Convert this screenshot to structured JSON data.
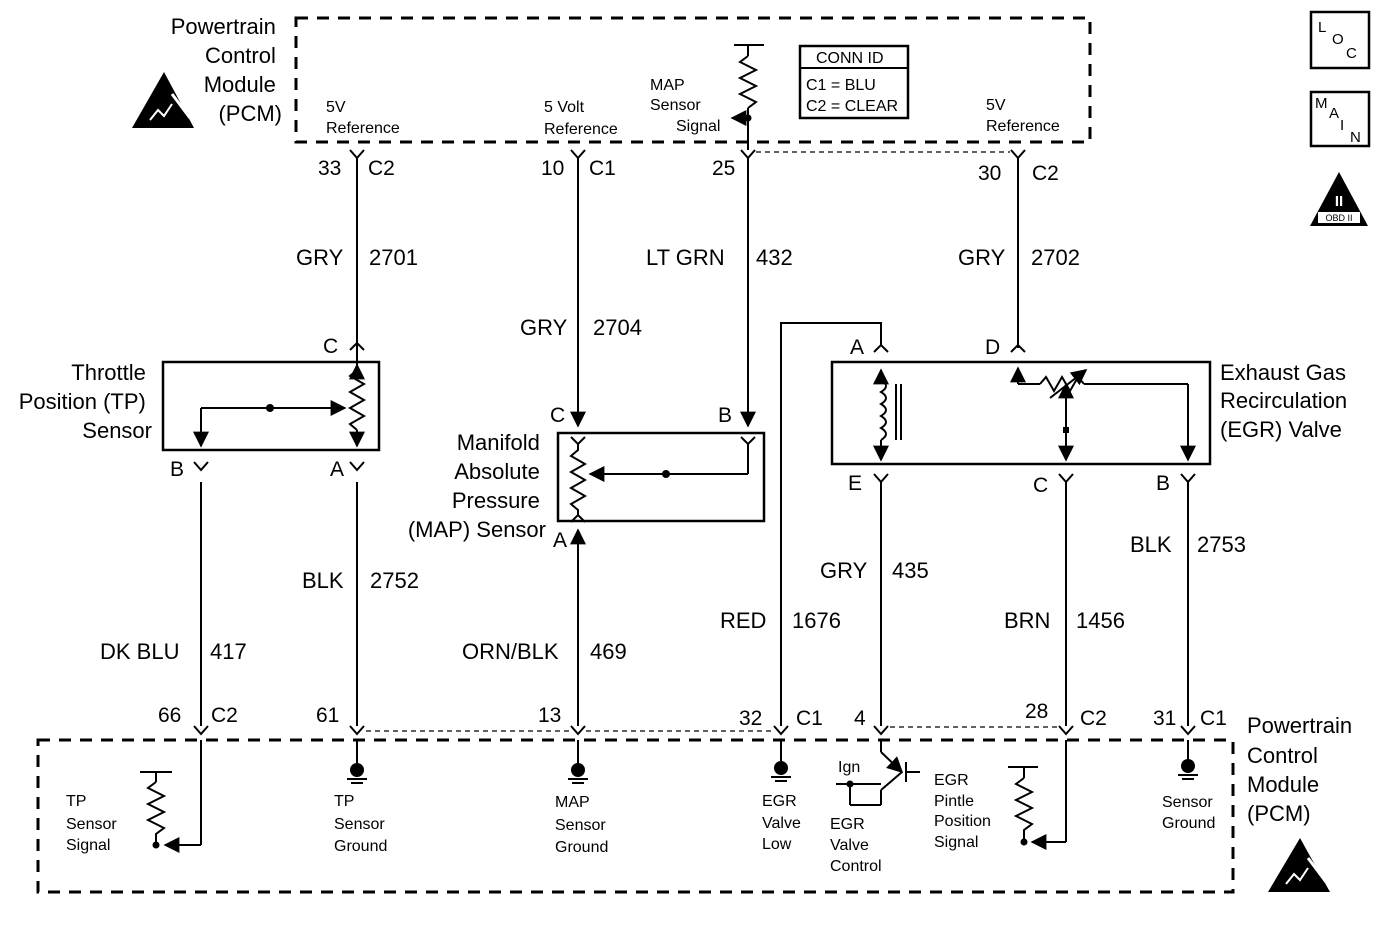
{
  "pcm_top": {
    "title": [
      "Powertrain",
      "Control",
      "Module",
      "(PCM)"
    ],
    "ref_5v_left": [
      "5V",
      "Reference"
    ],
    "ref_5volt": [
      "5 Volt",
      "Reference"
    ],
    "map_signal": [
      "MAP",
      "Sensor",
      "Signal"
    ],
    "ref_5v_right": [
      "5V",
      "Reference"
    ]
  },
  "conn_id": {
    "title": "CONN ID",
    "c1": "C1 = BLU",
    "c2": "C2 = CLEAR"
  },
  "badges": {
    "loc": [
      "L",
      "O",
      "C"
    ],
    "main": [
      "M",
      "A",
      "I",
      "N"
    ],
    "obd": [
      "II",
      "OBD II"
    ]
  },
  "top_pins": {
    "p33": "33",
    "c33": "C2",
    "p10": "10",
    "c10": "C1",
    "p25": "25",
    "p30": "30",
    "c30": "C2"
  },
  "wires": {
    "w2701": [
      "GRY",
      "2701"
    ],
    "w2704": [
      "GRY",
      "2704"
    ],
    "w432": [
      "LT GRN",
      "432"
    ],
    "w2702": [
      "GRY",
      "2702"
    ],
    "w2752": [
      "BLK",
      "2752"
    ],
    "w417": [
      "DK BLU",
      "417"
    ],
    "w469": [
      "ORN/BLK",
      "469"
    ],
    "w1676": [
      "RED",
      "1676"
    ],
    "w435": [
      "GRY",
      "435"
    ],
    "w1456": [
      "BRN",
      "1456"
    ],
    "w2753": [
      "BLK",
      "2753"
    ]
  },
  "tp_sensor": {
    "name": [
      "Throttle",
      "Position (TP)",
      "Sensor"
    ],
    "pin_c": "C",
    "pin_b": "B",
    "pin_a": "A"
  },
  "map_sensor": {
    "name": [
      "Manifold",
      "Absolute",
      "Pressure",
      "(MAP) Sensor"
    ],
    "pin_c": "C",
    "pin_b": "B",
    "pin_a": "A"
  },
  "egr_valve": {
    "name": [
      "Exhaust Gas",
      "Recirculation",
      "(EGR) Valve"
    ],
    "pin_a": "A",
    "pin_d": "D",
    "pin_e": "E",
    "pin_c": "C",
    "pin_b": "B"
  },
  "bottom_pins": {
    "p66": "66",
    "c66": "C2",
    "p61": "61",
    "p13": "13",
    "p32": "32",
    "c32": "C1",
    "p4": "4",
    "p28": "28",
    "c28": "C2",
    "p31": "31",
    "c31": "C1"
  },
  "pcm_bottom": {
    "title": [
      "Powertrain",
      "Control",
      "Module",
      "(PCM)"
    ],
    "tp_signal": [
      "TP",
      "Sensor",
      "Signal"
    ],
    "tp_ground": [
      "TP",
      "Sensor",
      "Ground"
    ],
    "map_ground": [
      "MAP",
      "Sensor",
      "Ground"
    ],
    "egr_low": [
      "EGR",
      "Valve",
      "Low"
    ],
    "ign": "Ign",
    "egr_control": [
      "EGR",
      "Valve",
      "Control"
    ],
    "egr_pintle": [
      "EGR",
      "Pintle",
      "Position",
      "Signal"
    ],
    "sensor_ground": [
      "Sensor",
      "Ground"
    ]
  }
}
